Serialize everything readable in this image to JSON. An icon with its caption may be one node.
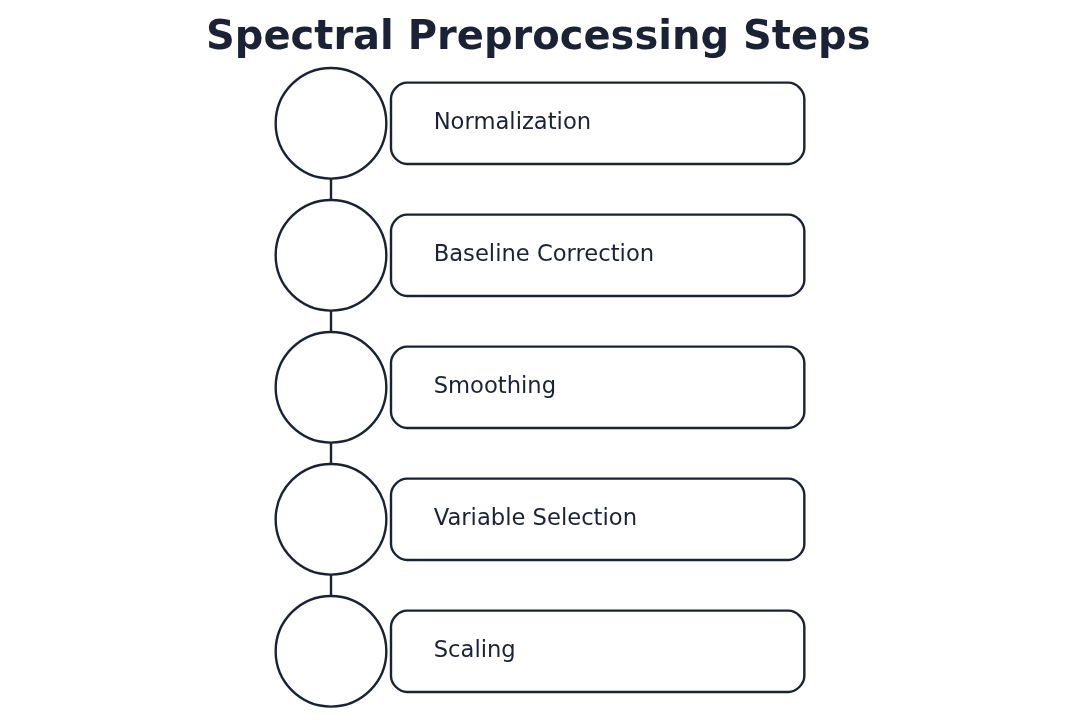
{
  "diagram": {
    "title": "Spectral Preprocessing Steps",
    "nodes": [
      {
        "text": [],
        "shape": "circle"
      },
      {
        "text": [
          "Normalization"
        ]
      },
      {
        "text": [],
        "shape": "circle"
      },
      {
        "text": [
          "Baseline Correction"
        ]
      },
      {
        "text": [],
        "shape": "circle"
      },
      {
        "text": [
          "Smoothing"
        ]
      },
      {
        "text": [],
        "shape": "circle"
      },
      {
        "text": [
          "Variable Selection"
        ]
      },
      {
        "text": [],
        "shape": "circle"
      },
      {
        "text": [
          "Scaling"
        ]
      }
    ],
    "edges": [
      {
        "from": 0,
        "to": 2,
        "arrow": "none"
      },
      {
        "from": 2,
        "to": 4,
        "arrow": "none"
      },
      {
        "from": 4,
        "to": 6,
        "arrow": "none"
      },
      {
        "from": 6,
        "to": 8,
        "arrow": "none"
      }
    ]
  }
}
